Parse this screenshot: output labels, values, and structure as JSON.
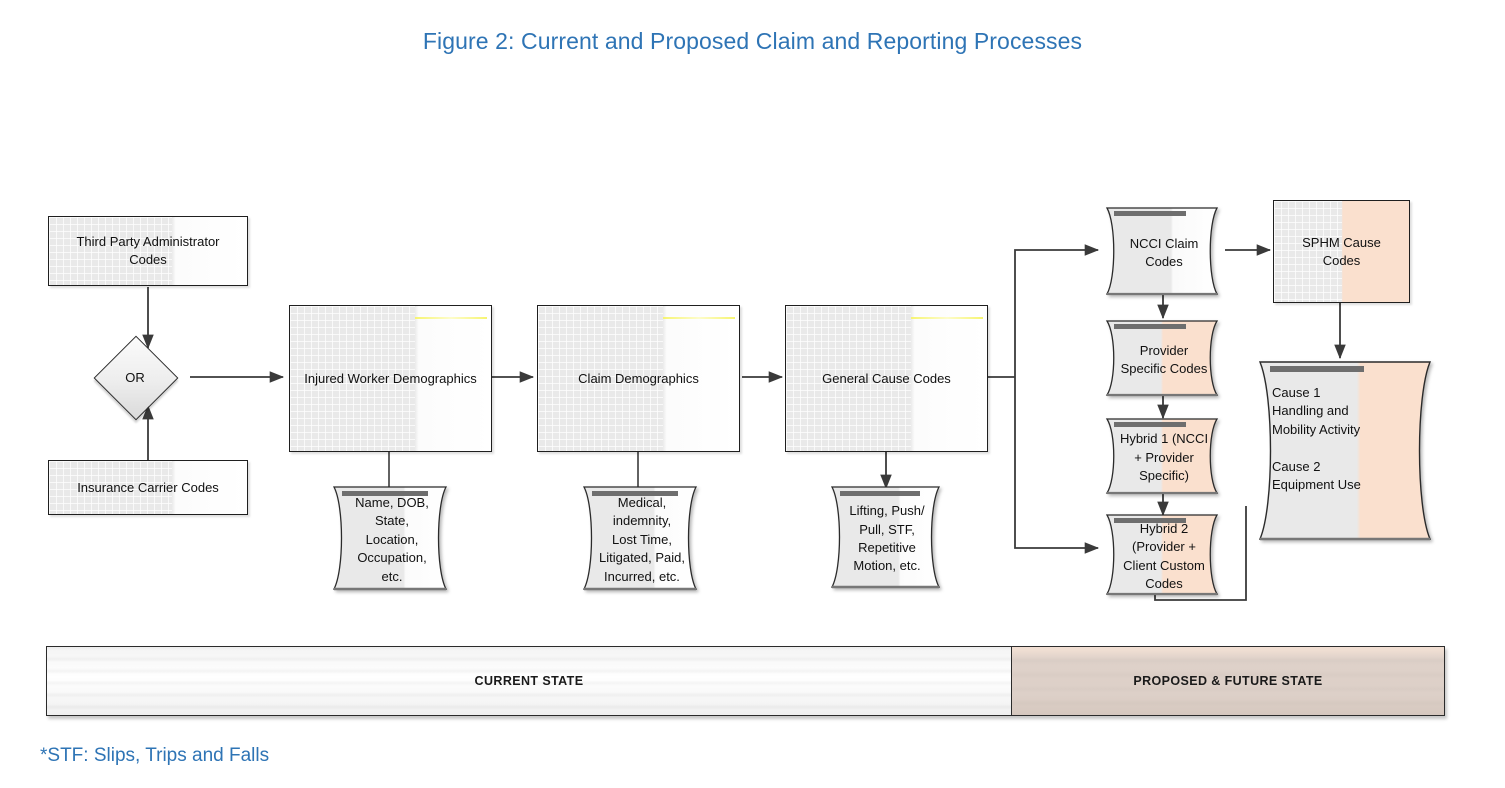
{
  "figure": {
    "title": "Figure 2:  Current and Proposed Claim and Reporting Processes",
    "footnote": "*STF: Slips, Trips and Falls",
    "title_color": "#2E74B5"
  },
  "colors": {
    "accent_blue": "#2E74B5",
    "peach": "#FAE0CE",
    "gray_fill": "#E9E9E9",
    "banner_future": "#DDD0C8",
    "outline": "#1F1F1F",
    "wave_topbar": "#6E6E6E"
  },
  "nodes": {
    "tpa_codes": {
      "label": "Third Party Administrator Codes",
      "shape": "rectangle",
      "fill": "gray"
    },
    "insurance_carrier_codes": {
      "label": "Insurance Carrier Codes",
      "shape": "rectangle",
      "fill": "gray"
    },
    "or_gate": {
      "label": "OR",
      "shape": "diamond"
    },
    "injured_worker_demographics": {
      "label": "Injured Worker Demographics",
      "shape": "rectangle",
      "fill": "gray"
    },
    "claim_demographics": {
      "label": "Claim Demographics",
      "shape": "rectangle",
      "fill": "gray"
    },
    "general_cause_codes": {
      "label": "General Cause Codes",
      "shape": "rectangle",
      "fill": "gray"
    },
    "worker_details": {
      "label": "Name, DOB,\nState,\nLocation,\nOccupation,\netc.",
      "shape": "document",
      "fill": "gray"
    },
    "claim_details": {
      "label": "Medical,\nindemnity,\nLost Time,\nLitigated, Paid,\nIncurred, etc.",
      "shape": "document",
      "fill": "gray"
    },
    "cause_details": {
      "label": "Lifting, Push/\nPull, STF,\nRepetitive\nMotion, etc.",
      "shape": "document",
      "fill": "gray"
    },
    "ncci_claim_codes": {
      "label": "NCCI Claim\nCodes",
      "shape": "document",
      "fill": "gray"
    },
    "provider_specific_codes": {
      "label": "Provider\nSpecific Codes",
      "shape": "document",
      "fill": "peach"
    },
    "hybrid_1": {
      "label": "Hybrid 1 (NCCI\n+ Provider\nSpecific)",
      "shape": "document",
      "fill": "peach"
    },
    "hybrid_2": {
      "label": "Hybrid 2\n(Provider +\nClient Custom\nCodes",
      "shape": "document",
      "fill": "peach"
    },
    "sphm_cause_codes": {
      "label": "SPHM Cause Codes",
      "shape": "rectangle",
      "fill": "peach"
    },
    "cause_list": {
      "label": "Cause 1\nHandling and\nMobility Activity\n\nCause 2\nEquipment Use",
      "shape": "document",
      "fill": "peach"
    }
  },
  "banner": {
    "current_label": "CURRENT STATE",
    "future_label": "PROPOSED & FUTURE STATE"
  }
}
